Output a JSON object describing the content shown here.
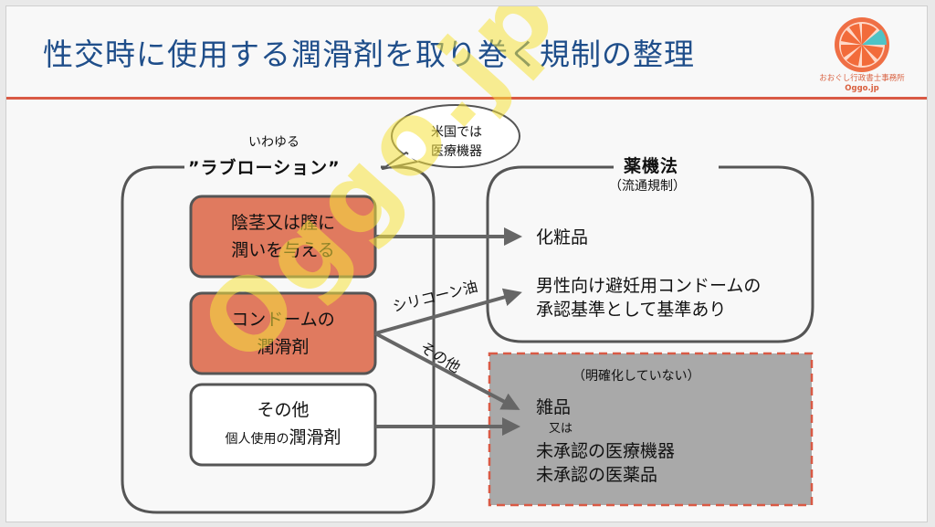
{
  "header": {
    "title": "性交時に使用する潤滑剤を取り巻く規制の整理"
  },
  "logo": {
    "caption_line1": "おおぐし行政書士事務所",
    "caption_line2": "Oggo.jp"
  },
  "left_group": {
    "label_top": "いわゆる",
    "label_main": "”ラブローション”",
    "box1_line1": "陰茎又は膣に",
    "box1_line2": "潤いを与える",
    "box2_line1": "コンドームの",
    "box2_line2": "潤滑剤",
    "box3_line1": "その他",
    "box3_line2_prefix": "個人使用の",
    "box3_line2_main": "潤滑剤"
  },
  "speech_bubble": {
    "line1": "米国では",
    "line2": "医療機器"
  },
  "yakki": {
    "title": "薬機法",
    "subtitle": "（流通規制）",
    "item1": "化粧品",
    "item2_line1": "男性向け避妊用コンドームの",
    "item2_line2": "承認基準として基準あり"
  },
  "unclear": {
    "header": "（明確化していない）",
    "line1": "雑品",
    "line2": "又は",
    "line3": "未承認の医療機器",
    "line4": "未承認の医薬品"
  },
  "arrows": {
    "label_silicone": "シリコーン油",
    "label_other": "その他"
  },
  "watermark": "Oggo.jp",
  "colors": {
    "title": "#1f4e8a",
    "accent_red": "#d95a45",
    "box_fill": "#e07a5f",
    "gray_box": "#a9a9a9",
    "arrow": "#666666"
  }
}
